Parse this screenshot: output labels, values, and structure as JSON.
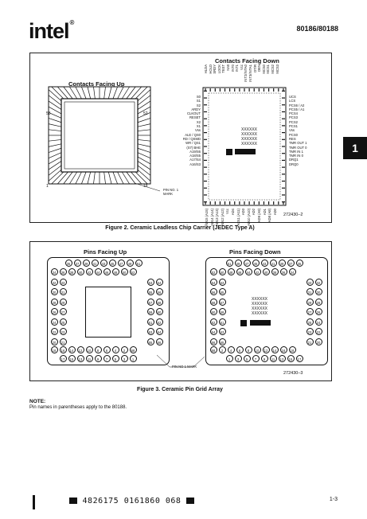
{
  "header": {
    "logo": "intel",
    "part_number": "80186/80188"
  },
  "figure2": {
    "left_title": "Contacts Facing Up",
    "right_title": "Contacts Facing Down",
    "corner_52": "52",
    "corner_53": "53",
    "corner_1": "1",
    "corner_18": "18",
    "pin1_mark": "PIN NO. 1\nMARK",
    "left_signals": [
      "S0",
      "S1",
      "S2",
      "ARDY",
      "CLKOUT",
      "RESET",
      "X2",
      "X1",
      "Vss",
      "ALE / QS0",
      "RD / QSMD",
      "WR / QS1",
      "(S7) BHE",
      "A19/S6",
      "A18/S5",
      "A17/S4",
      "A16/S3"
    ],
    "right_signals": [
      "UCS",
      "LCS",
      "PCS6 / A2",
      "PCS5 / A1",
      "PCS4",
      "PCS3",
      "PCS2",
      "PCS1",
      "Vss",
      "PCS0",
      "RES",
      "TMR OUT 1",
      "TMR OUT 0",
      "TMR IN 1",
      "TMR IN 0",
      "DRQ1",
      "DRQ0"
    ],
    "top_signals": [
      "HLDA",
      "HOLD",
      "SRDY",
      "LOCK",
      "TEST",
      "NMI",
      "INT0",
      "INT1",
      "Vcc",
      "INT2/INTA0",
      "INT3/INTA1",
      "DT/R",
      "DEN",
      "MCS0",
      "MCS1",
      "MCS2",
      "MCS3"
    ],
    "bottom_signals": [
      "AD15 (A15)",
      "AD14 (A14)",
      "AD13 (A13)",
      "AD12 (A12)",
      "Vcc",
      "AD4",
      "AD11 (A11)",
      "AD3",
      "AD10 (A10)",
      "AD2",
      "AD9 (A9)",
      "AD1",
      "AD8 (A8)",
      "AD0"
    ],
    "xxx_rows": [
      "XXXXXX",
      "XXXXXX",
      "XXXXXX",
      "XXXXXX"
    ],
    "doc_number": "272430–2",
    "caption": "Figure 2. Ceramic Leadless Chip Carrier (JEDEC Type A)"
  },
  "figure3": {
    "left_title": "Pins Facing Up",
    "right_title": "Pins Facing Down",
    "up_top_row1": [
      "35",
      "37",
      "39",
      "41",
      "43",
      "45",
      "47",
      "49",
      "51"
    ],
    "up_top_row2": [
      "34",
      "36",
      "38",
      "40",
      "42",
      "44",
      "46",
      "48",
      "50",
      "52"
    ],
    "up_left_col1": [
      "32",
      "30",
      "28",
      "26",
      "24",
      "22",
      "20"
    ],
    "up_left_col2": [
      "33",
      "31",
      "29",
      "27",
      "25",
      "23",
      "21"
    ],
    "up_right_col1": [
      "53",
      "55",
      "57",
      "59",
      "61",
      "63",
      "65"
    ],
    "up_right_col2": [
      "54",
      "56",
      "58",
      "60",
      "62",
      "64",
      "66"
    ],
    "up_bottom_row1": [
      "18",
      "16",
      "14",
      "12",
      "10",
      "8",
      "6",
      "4",
      "2",
      "68"
    ],
    "up_bottom_row2": [
      "17",
      "15",
      "13",
      "11",
      "9",
      "7",
      "5",
      "3",
      "1"
    ],
    "down_top_row1": [
      "51",
      "49",
      "47",
      "45",
      "43",
      "41",
      "39",
      "37",
      "35"
    ],
    "down_top_row2": [
      "52",
      "50",
      "48",
      "46",
      "44",
      "42",
      "40",
      "38",
      "36",
      "34"
    ],
    "down_left_col1": [
      "54",
      "56",
      "58",
      "60",
      "62",
      "64",
      "66"
    ],
    "down_left_col2": [
      "53",
      "55",
      "57",
      "59",
      "61",
      "63",
      "65"
    ],
    "down_right_col1": [
      "33",
      "31",
      "29",
      "27",
      "25",
      "23",
      "21"
    ],
    "down_right_col2": [
      "32",
      "30",
      "28",
      "26",
      "24",
      "22",
      "20"
    ],
    "down_bottom_row1": [
      "68",
      "2",
      "4",
      "6",
      "8",
      "10",
      "12",
      "14",
      "16",
      "18"
    ],
    "down_bottom_row2": [
      "1",
      "3",
      "5",
      "7",
      "9",
      "11",
      "13",
      "15",
      "17"
    ],
    "pin1_mark": "PIN NO 1 MARK",
    "xxx_rows": [
      "XXXXXX",
      "XXXXXX",
      "XXXXXX",
      "XXXXXX"
    ],
    "doc_number": "272430–3",
    "caption": "Figure 3. Ceramic Pin Grid Array"
  },
  "note": {
    "label": "NOTE:",
    "text": "Pin names in parentheses apply to the 80188."
  },
  "side_tab": "1",
  "footer": {
    "barcode_text": "4826175 0161860 068",
    "page": "1-3"
  }
}
